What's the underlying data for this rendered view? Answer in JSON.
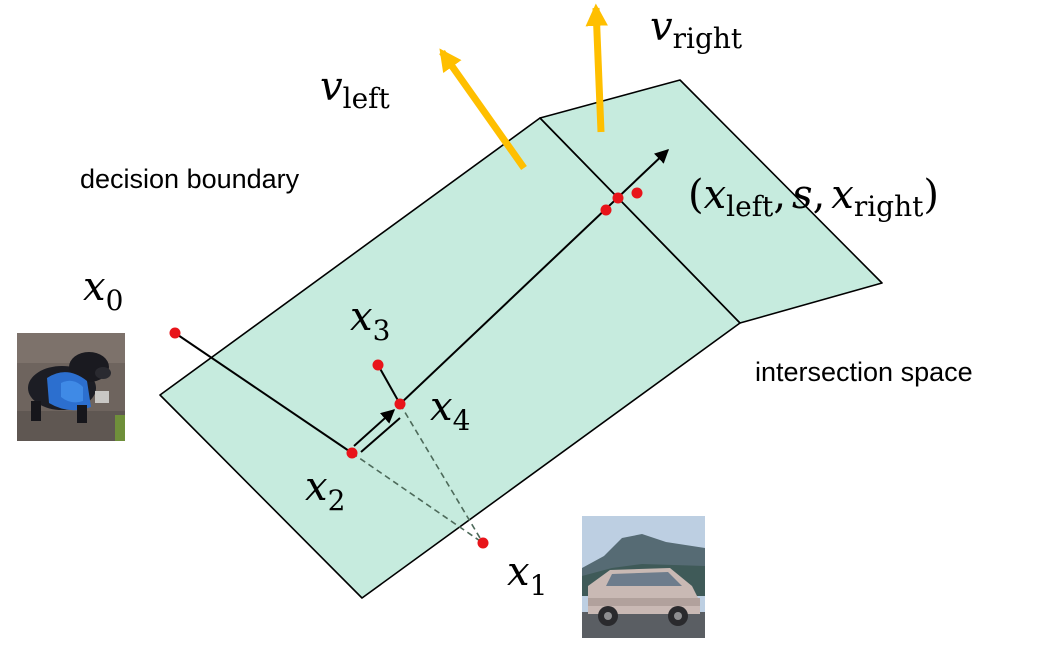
{
  "labels": {
    "decision_boundary": "decision boundary",
    "intersection_space": "intersection space"
  },
  "math": {
    "x0": {
      "base": "x",
      "sub": "0"
    },
    "x1": {
      "base": "x",
      "sub": "1"
    },
    "x2": {
      "base": "x",
      "sub": "2"
    },
    "x3": {
      "base": "x",
      "sub": "3"
    },
    "x4": {
      "base": "x",
      "sub": "4"
    },
    "v_left": {
      "base": "v",
      "sub": "left"
    },
    "v_right": {
      "base": "v",
      "sub": "right"
    },
    "tuple": {
      "open": "(",
      "x_left_base": "x",
      "x_left_sub": "left",
      "comma1": ",",
      "s": "s",
      "comma2": ",",
      "x_right_base": "x",
      "x_right_sub": "right",
      "close": ")"
    }
  },
  "images": {
    "dog": "dog-image",
    "car": "car-image"
  },
  "colors": {
    "plane_fill": "#c6ebde",
    "point": "#e8141a",
    "normal_arrow": "#ffbf00",
    "line": "#000000",
    "dashed": "#4d6a5a"
  }
}
